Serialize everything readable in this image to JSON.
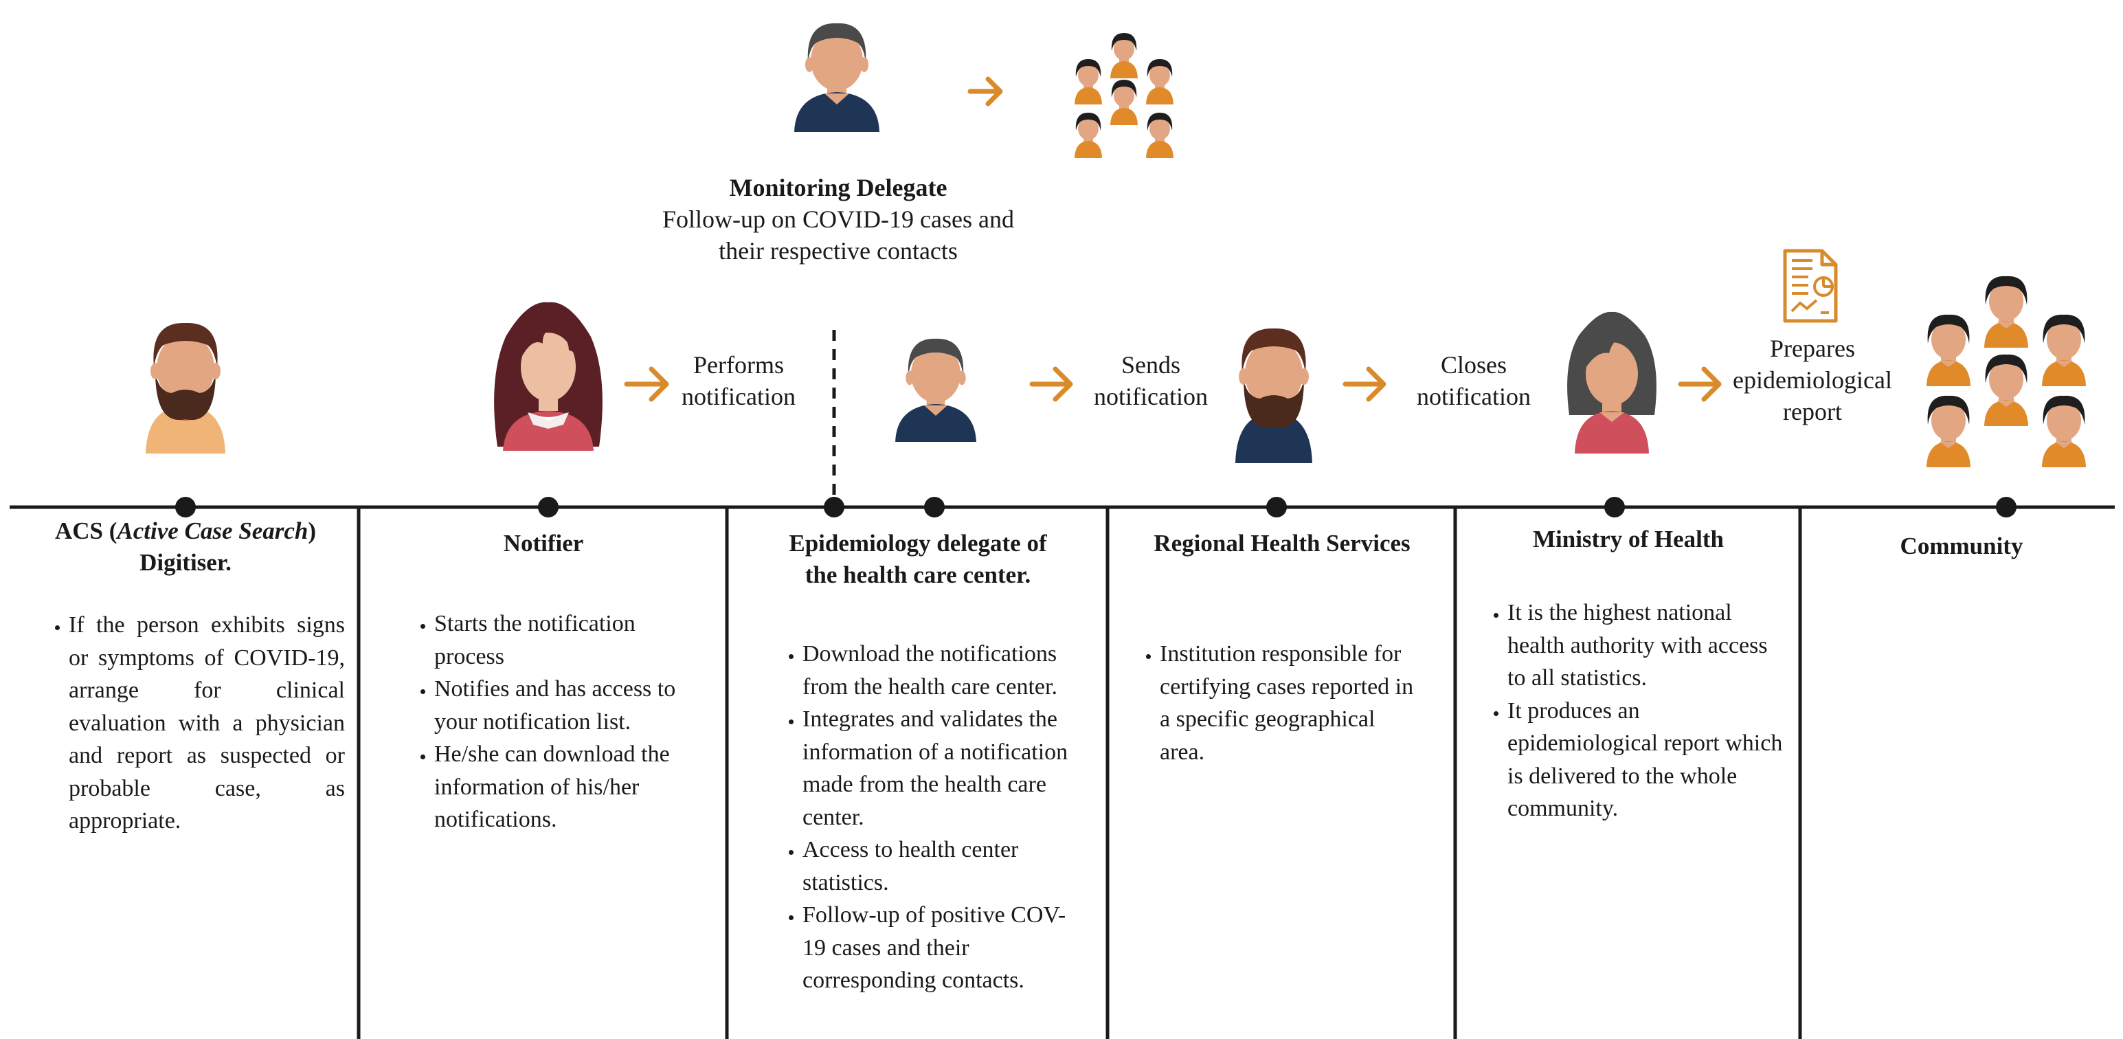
{
  "colors": {
    "ink": "#1a1a1a",
    "arrow": "#d98a2b",
    "skin": "#e3a683",
    "skin_light": "#ecbfa3",
    "hair_black": "#1e1e1e",
    "hair_grey": "#4a4a4a",
    "hair_brown": "#5b2e20",
    "shirt_navy": "#1f3556",
    "shirt_orange": "#e08a2a",
    "shirt_salmon": "#f0b477",
    "shirt_red": "#cf4f5c",
    "beard": "#4a2a1c"
  },
  "top": {
    "title": "Monitoring Delegate",
    "line1": "Follow-up on COVID-19 cases and",
    "line2": "their respective contacts"
  },
  "flow": {
    "performs": [
      "Performs",
      "notification"
    ],
    "sends": [
      "Sends",
      "notification"
    ],
    "closes": [
      "Closes",
      "notification"
    ],
    "prepares": [
      "Prepares",
      "epidemiological",
      "report"
    ]
  },
  "columns": {
    "acs": {
      "title_prefix": "ACS (",
      "title_italic": "Active Case Search",
      "title_suffix": ")",
      "title_line2": "Digitiser.",
      "bullets": [
        "If the person exhibits signs or symptoms of COVID-19, arrange for clinical evaluation with a physician and report as suspected or probable case, as appropriate."
      ]
    },
    "notifier": {
      "title": "Notifier",
      "bullets": [
        "Starts the notification process",
        "Notifies and has access to your notification list.",
        "He/she can download the information of his/her notifications."
      ]
    },
    "epi": {
      "title_line1": "Epidemiology delegate of",
      "title_line2": "the health care center.",
      "bullets": [
        "Download the notifications from the health care center.",
        "Integrates and validates the information of a notification made from the health care center.",
        "Access to health center statistics.",
        "Follow-up of positive COV-19 cases and their corresponding contacts."
      ]
    },
    "regional": {
      "title": "Regional Health Services",
      "bullets": [
        "Institution responsible for certifying cases reported in a specific geographical area."
      ]
    },
    "ministry": {
      "title": "Ministry of Health",
      "bullets": [
        "It is the highest national health authority with access to all statistics.",
        "It produces an epidemiological report which is delivered to the whole community."
      ]
    },
    "community": {
      "title": "Community"
    }
  }
}
